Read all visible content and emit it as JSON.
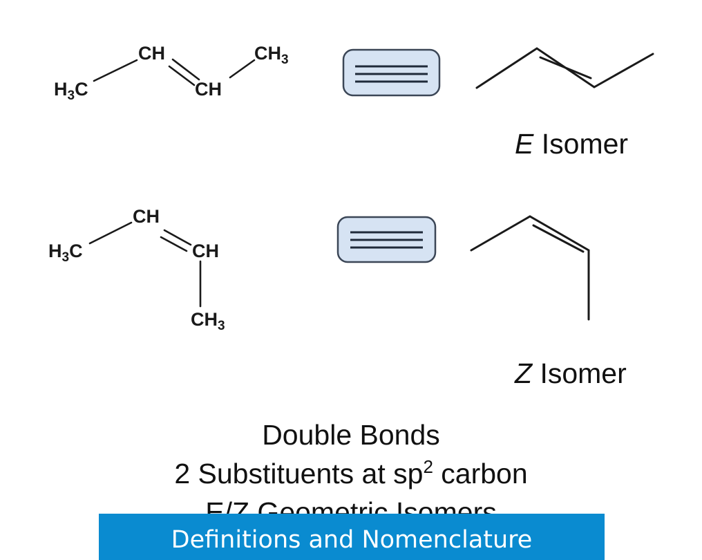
{
  "top_structure": {
    "left_methyl": {
      "main": "H",
      "sub": "3",
      "tail": "C"
    },
    "upper_ch": "CH",
    "lower_ch": "CH",
    "right_methyl": {
      "main": "CH",
      "sub": "3"
    }
  },
  "bottom_structure": {
    "left_methyl": {
      "main": "H",
      "sub": "3",
      "tail": "C"
    },
    "upper_ch": "CH",
    "right_ch": "CH",
    "lower_methyl": {
      "main": "CH",
      "sub": "3"
    }
  },
  "e_label": {
    "letter": "E",
    "word": " Isomer"
  },
  "z_label": {
    "letter": "Z",
    "word": " Isomer"
  },
  "caption": {
    "line1": "Double Bonds",
    "line2_pre": "2 Substituents at sp",
    "line2_sup": "2",
    "line2_post": " carbon",
    "line3": "E/Z Geometric Isomers"
  },
  "banner": {
    "text": "Definitions and Nomenclature",
    "bg_color": "#0a8bd0",
    "text_color": "#ffffff"
  },
  "equivalence_icon": {
    "name": "equivalent-sign-icon",
    "fill": "#d6e3f3"
  }
}
